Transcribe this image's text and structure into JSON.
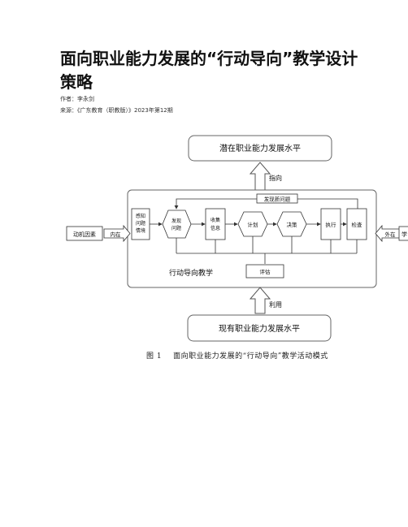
{
  "article": {
    "title": "面向职业能力发展的“行动导向”教学设计策略",
    "author": "作者：李永剑",
    "source": "来源：《广东教育（职教版）》2023年第12期"
  },
  "figure": {
    "top_box": "潜在职业能力发展水平",
    "bottom_box": "现有职业能力发展水平",
    "arrow_up_label": "指向",
    "arrow_in_label": "利用",
    "left_factor": "动机因素",
    "left_inner": "内在",
    "right_outer": "外在",
    "right_cut": "学",
    "discover_new": "发现新问题",
    "steps": [
      {
        "line1": "感知",
        "line2": "问题",
        "line3": "情境"
      },
      {
        "line1": "发现",
        "line2": "问题"
      },
      {
        "line1": "收集",
        "line2": "信息"
      },
      {
        "line1": "计划"
      },
      {
        "line1": "决策"
      },
      {
        "line1": "执行"
      },
      {
        "line1": "检查"
      }
    ],
    "method_label": "行动导向教学",
    "evaluate": "评估"
  },
  "caption": {
    "number": "图 1",
    "text": "面向职业能力发展的“行动导向”教学活动模式"
  }
}
